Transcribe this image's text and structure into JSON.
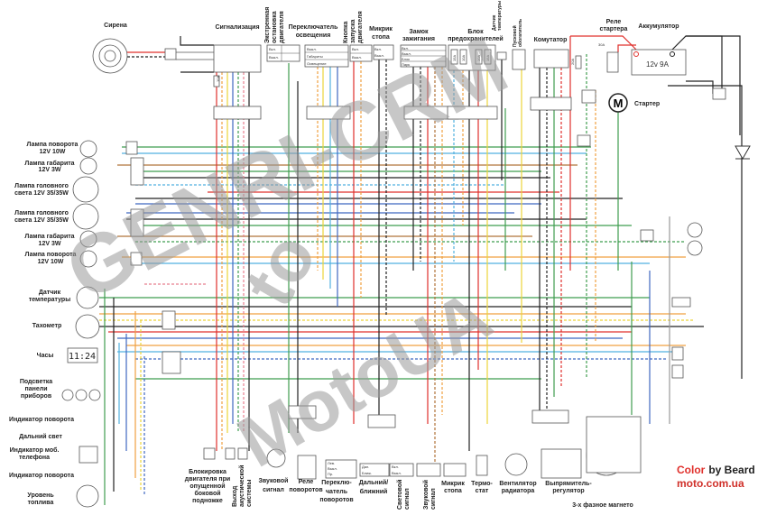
{
  "title": "Схема электропроводки",
  "top": {
    "siren": "Сирена",
    "alarm": "Сигнализация",
    "emergency_stop": [
      "Экстренная",
      "остановка",
      "двигателя"
    ],
    "light_switch": [
      "Переключатель",
      "освещения"
    ],
    "start_button": [
      "Кнопка",
      "запуска",
      "двигателя"
    ],
    "brake_switch": [
      "Микрик",
      "стопа"
    ],
    "ignition": [
      "Замок",
      "зажигания"
    ],
    "fuse_block": [
      "Блок",
      "предохранителей"
    ],
    "temp_sensor": [
      "Датчик",
      "температуры"
    ],
    "choke": [
      "Пусковой",
      "обогатитель"
    ],
    "commutator": "Комутатор",
    "starter_relay": [
      "Реле",
      "стартера"
    ],
    "battery": "Аккумулятор",
    "battery_spec": "12v 9A",
    "starter": "Стартер",
    "motor_symbol": "M",
    "fuse_main": "20A",
    "fuse_relay": "30A",
    "fuse_alarm": "10A",
    "fuses": [
      "15A",
      "10A",
      "10A",
      "15A"
    ],
    "switch_on": "Вкл.",
    "switch_off": "Выкл.",
    "gabarits": "Габариты",
    "lighting": "Освещение",
    "block": "Блок",
    "park": "Парк"
  },
  "left": {
    "turn_lamp_1": [
      "Лампа поворота",
      "12V 10W"
    ],
    "parking_lamp_1": [
      "Лампа габарита",
      "12V 3W"
    ],
    "head_lamp_1": [
      "Лампа головного",
      "света 12V 35/35W"
    ],
    "head_lamp_2": [
      "Лампа головного",
      "света 12V 35/35W"
    ],
    "parking_lamp_2": [
      "Лампа габарита",
      "12V 3W"
    ],
    "turn_lamp_2": [
      "Лампа поворота",
      "12V 10W"
    ],
    "temp_gauge": [
      "Датчик",
      "температуры"
    ],
    "tachometer": "Тахометр",
    "clock": "Часы",
    "clock_display": "11:24",
    "panel_backlight": [
      "Подсветка",
      "панели",
      "приборов"
    ],
    "turn_indicator_1": "Индикатор поворота",
    "high_beam": "Дальний свет",
    "phone_indicator": [
      "Индикатор моб.",
      "телефона"
    ],
    "turn_indicator_2": "Индикатор поворота",
    "fuel_level": [
      "Уровень",
      "топлива"
    ]
  },
  "bottom": {
    "sidestand": [
      "Блокировка",
      "двигателя при",
      "опущенной",
      "боковой",
      "подножке"
    ],
    "audio_out": [
      "Выход",
      "акустической",
      "системы"
    ],
    "horn": [
      "Звуковой",
      "сигнал"
    ],
    "turn_relay": [
      "Реле",
      "поворотов"
    ],
    "turn_switch": [
      "Переклю-",
      "чатель",
      "поворотов"
    ],
    "dimmer": [
      "Дальний/",
      "ближний"
    ],
    "flash_signal": [
      "Световой",
      "сигнал"
    ],
    "horn_button": [
      "Звуковой",
      "сигнал"
    ],
    "brake_switch": [
      "Микрик",
      "стопа"
    ],
    "thermostat": [
      "Термо-",
      "стат"
    ],
    "fan": [
      "Вентилятор",
      "радиатора"
    ],
    "rectifier": [
      "Выпрямитель-",
      "регулятор"
    ],
    "magneto": "3-х фазное магнето",
    "sw_left": "Лев.",
    "sw_off": "Выкл.",
    "sw_right": "Пр.",
    "sw_high": "Дал.",
    "sw_low": "Ближ.",
    "sw_on": "Вкл.",
    "sw_off2": "Выкл."
  },
  "credit": {
    "color_word": "Color",
    "by": "by Beard",
    "site": "moto.com.ua"
  },
  "watermark": [
    "GENRI-CRM",
    "to",
    "MotoUA"
  ],
  "colors": {
    "green": "#3f9d4f",
    "blue": "#3f68c0",
    "lightblue": "#52b0e0",
    "red": "#e0302c",
    "orange": "#f0a040",
    "yellow": "#ecd43a",
    "black": "#222222",
    "brown": "#b0733a",
    "grey": "#999999",
    "pink": "#e87f8f"
  }
}
